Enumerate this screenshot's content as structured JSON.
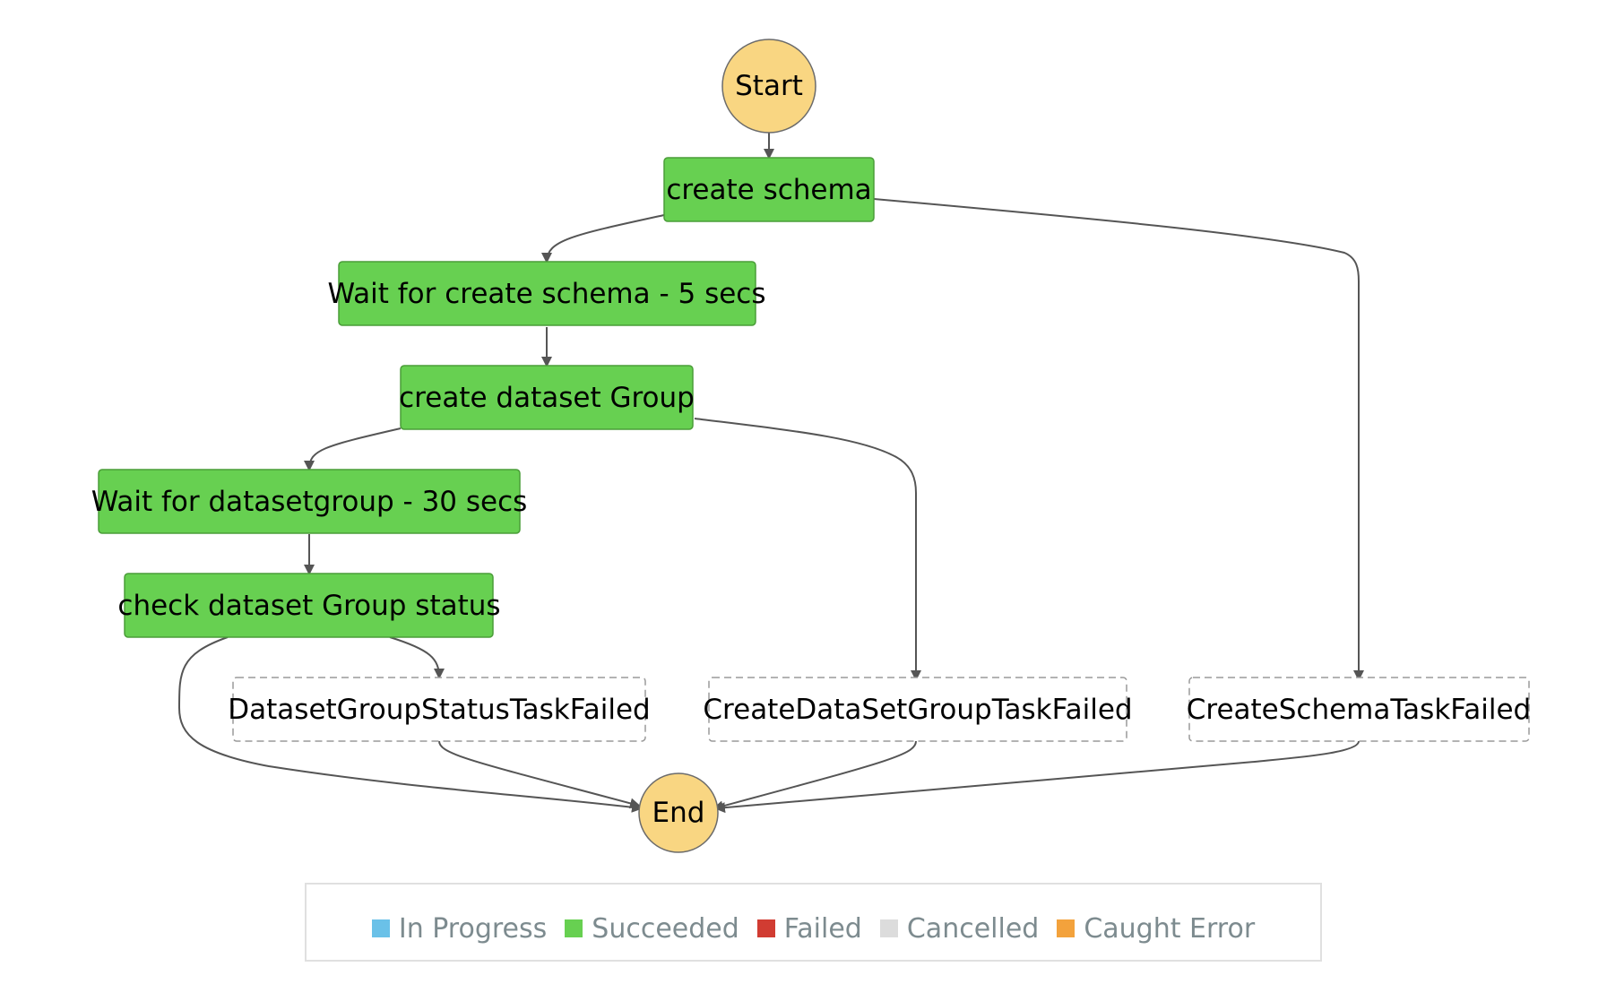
{
  "diagram": {
    "nodes": {
      "start": {
        "label": "Start",
        "status": "start"
      },
      "create_schema": {
        "label": "create schema",
        "status": "succeeded"
      },
      "wait_schema": {
        "label": "Wait for create schema - 5 secs",
        "status": "succeeded"
      },
      "create_dsg": {
        "label": "create dataset Group",
        "status": "succeeded"
      },
      "wait_dsg": {
        "label": "Wait for datasetgroup - 30 secs",
        "status": "succeeded"
      },
      "check_dsg": {
        "label": "check dataset Group status",
        "status": "succeeded"
      },
      "dsg_status_failed": {
        "label": "DatasetGroupStatusTaskFailed",
        "status": "not-run"
      },
      "create_dsg_failed": {
        "label": "CreateDataSetGroupTaskFailed",
        "status": "not-run"
      },
      "create_schema_failed": {
        "label": "CreateSchemaTaskFailed",
        "status": "not-run"
      },
      "end": {
        "label": "End",
        "status": "end"
      }
    },
    "edges": [
      {
        "from": "start",
        "to": "create_schema"
      },
      {
        "from": "create_schema",
        "to": "wait_schema"
      },
      {
        "from": "create_schema",
        "to": "create_schema_failed"
      },
      {
        "from": "wait_schema",
        "to": "create_dsg"
      },
      {
        "from": "create_dsg",
        "to": "wait_dsg"
      },
      {
        "from": "create_dsg",
        "to": "create_dsg_failed"
      },
      {
        "from": "wait_dsg",
        "to": "check_dsg"
      },
      {
        "from": "check_dsg",
        "to": "dsg_status_failed"
      },
      {
        "from": "check_dsg",
        "to": "end"
      },
      {
        "from": "dsg_status_failed",
        "to": "end"
      },
      {
        "from": "create_dsg_failed",
        "to": "end"
      },
      {
        "from": "create_schema_failed",
        "to": "end"
      }
    ]
  },
  "legend": {
    "items": [
      {
        "label": "In Progress",
        "color": "#6ac1e8"
      },
      {
        "label": "Succeeded",
        "color": "#67d051"
      },
      {
        "label": "Failed",
        "color": "#d13c32"
      },
      {
        "label": "Cancelled",
        "color": "#dcdcdc"
      },
      {
        "label": "Caught Error",
        "color": "#f3a23c"
      }
    ]
  },
  "colors": {
    "succeeded_fill": "#67d051",
    "succeeded_stroke": "#4a9d38",
    "terminal_fill": "#f9d682",
    "terminal_stroke": "#6b6b6b",
    "not_run_stroke": "#9a9a9a",
    "edge": "#555555"
  }
}
